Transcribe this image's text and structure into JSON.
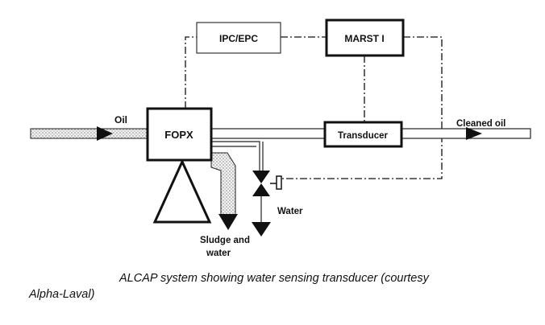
{
  "diagram": {
    "oil_label": "Oil",
    "fopx_label": "FOPX",
    "ipc_label": "IPC/EPC",
    "marst_label": "MARST I",
    "transducer_label": "Transducer",
    "cleaned_oil_label": "Cleaned oil",
    "water_label": "Water",
    "sludge_label_line1": "Sludge and",
    "sludge_label_line2": "water"
  },
  "caption": {
    "line1": "ALCAP system showing water sensing transducer (courtesy",
    "line2": "Alpha-Laval)"
  }
}
